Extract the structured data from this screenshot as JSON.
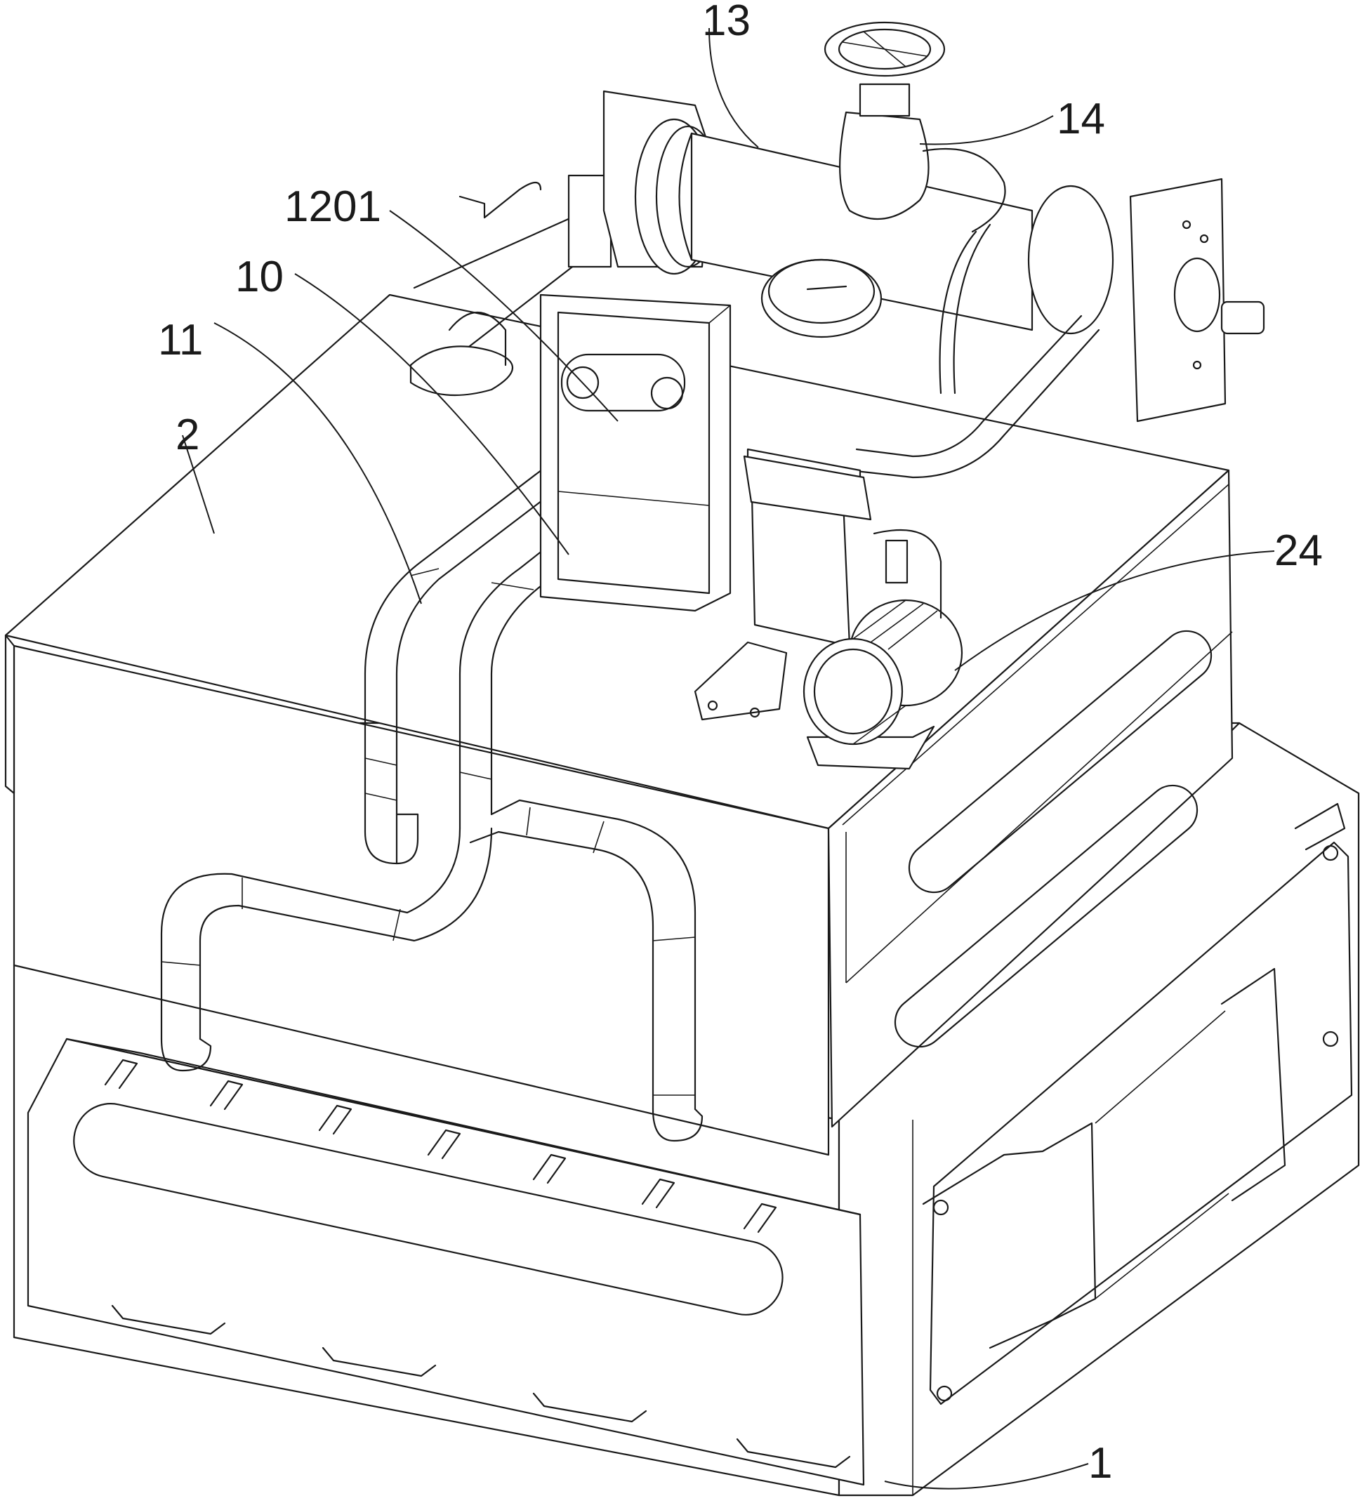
{
  "figure": {
    "labels": {
      "l13": "13",
      "l14": "14",
      "l1201": "1201",
      "l10": "10",
      "l11": "11",
      "l2": "2",
      "l24": "24",
      "l1": "1"
    }
  }
}
